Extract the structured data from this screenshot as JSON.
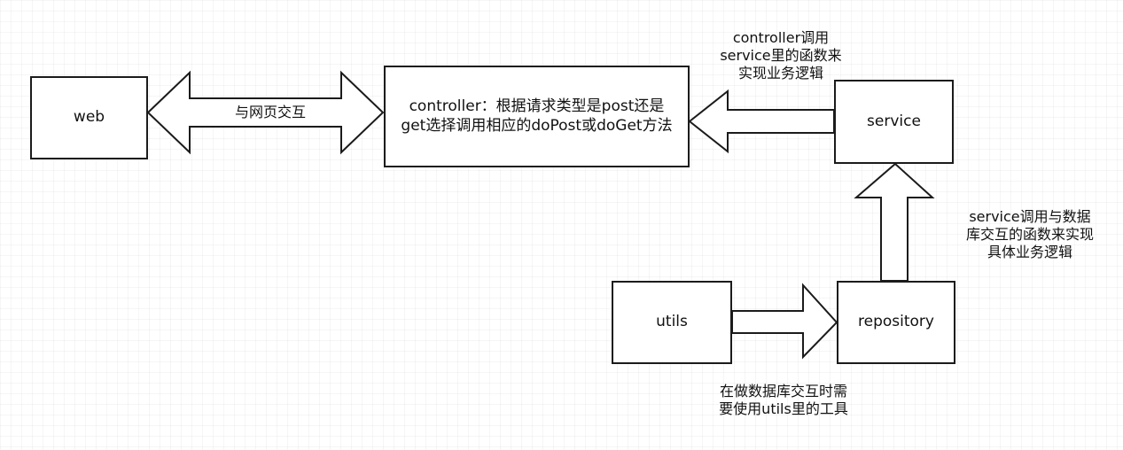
{
  "diagram": {
    "nodes": {
      "web": "web",
      "controller_line1": "controller：根据请求类型是post还是",
      "controller_line2": "get选择调用相应的doPost或doGet方法",
      "service": "service",
      "utils": "utils",
      "repository": "repository"
    },
    "edges": {
      "web_controller": "与网页交互",
      "controller_service_line1": "controller调用",
      "controller_service_line2": "service里的函数来",
      "controller_service_line3": "实现业务逻辑",
      "service_repository_line1": "service调用与数据",
      "service_repository_line2": "库交互的函数来实现",
      "service_repository_line3": "具体业务逻辑",
      "utils_repository_line1": "在做数据库交互时需",
      "utils_repository_line2": "要使用utils里的工具"
    },
    "style": {
      "stroke_color": "#1b1b1b",
      "fill_color": "#ffffff",
      "background_color": "#ffffff"
    }
  }
}
